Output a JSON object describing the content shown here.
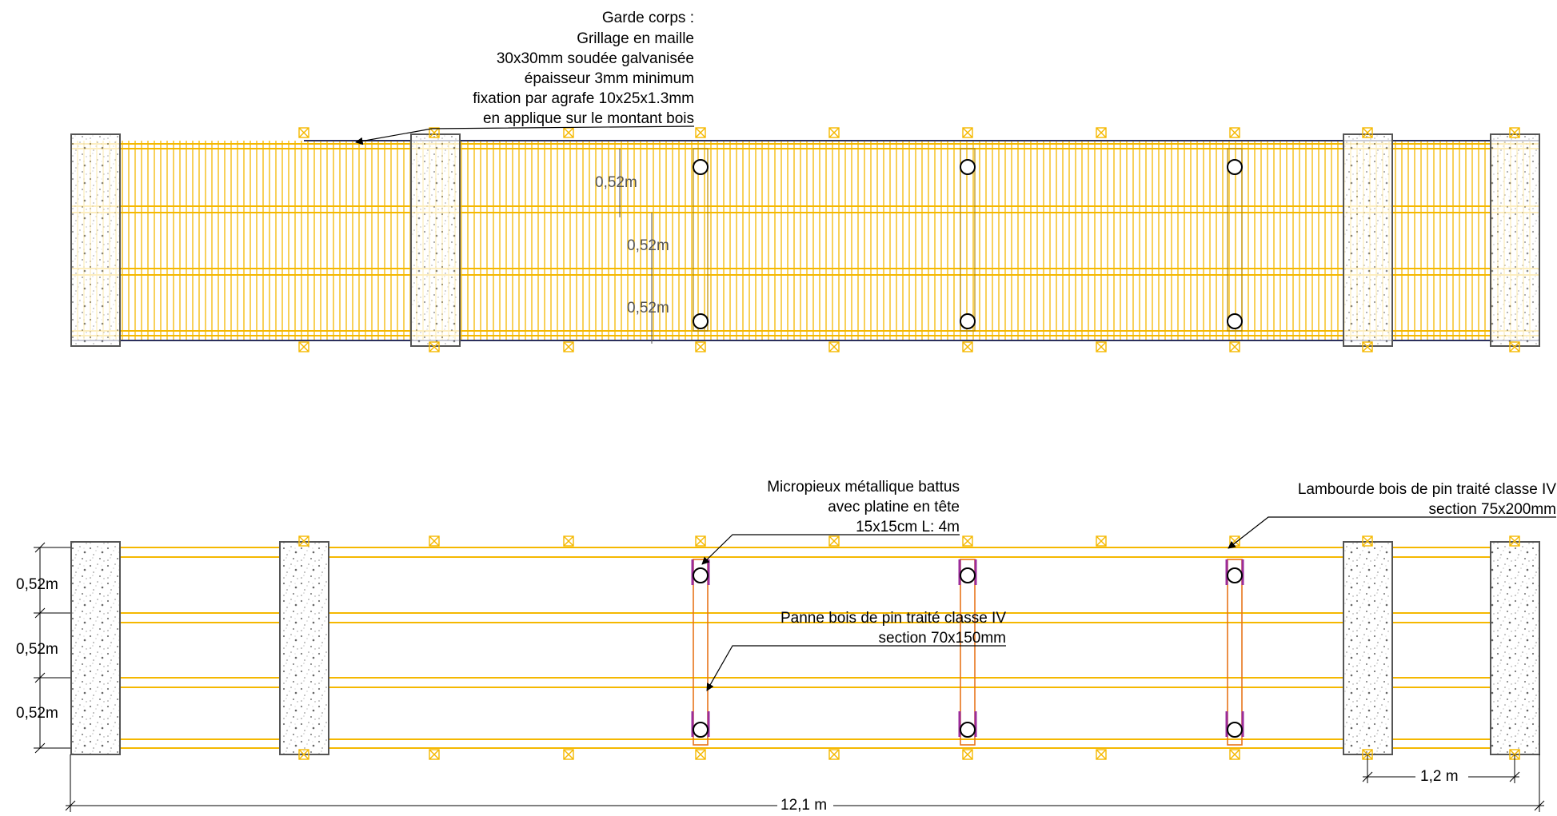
{
  "notes": {
    "garde_corps": [
      "Garde corps :",
      "Grillage en maille",
      "30x30mm  soudée galvanisée",
      "épaisseur 3mm minimum",
      "fixation par agrafe 10x25x1.3mm",
      "en applique sur le montant bois"
    ],
    "micropieux": [
      "Micropieux métallique battus",
      "avec platine en tête",
      "15x15cm L: 4m"
    ],
    "lambourde": [
      "Lambourde bois de pin traité classe IV",
      "section 75x200mm"
    ],
    "panne": [
      "Panne bois de pin traité classe IV",
      "section 70x150mm"
    ]
  },
  "dimensions": {
    "spacing_top_1": "0,52m",
    "spacing_top_2": "0,52m",
    "spacing_top_3": "0,52m",
    "spacing_bottom_1": "0,52m",
    "spacing_bottom_2": "0,52m",
    "spacing_bottom_3": "0,52m",
    "post_spacing": "1,2 m",
    "total_length": "12,1 m"
  },
  "colors": {
    "timber": "#f5b800",
    "panne": "#e8741a",
    "platine": "#9b2c9b",
    "concrete_outline": "#666666",
    "outline": "#2b2f5c"
  }
}
